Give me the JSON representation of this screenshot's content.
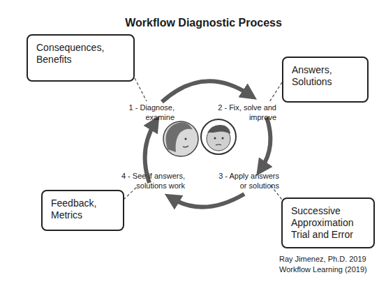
{
  "diagram": {
    "title": "Workflow Diagnostic Process",
    "nodes": [
      {
        "text": [
          "Consequences, Benefits"
        ]
      },
      {
        "text": [
          "Answers, Solutions"
        ]
      },
      {
        "text": [
          "Feedback, Metrics"
        ]
      },
      {
        "text": [
          "Successive Approximation Trial and Error"
        ]
      }
    ],
    "labels": [
      "1 - Diagnose, examine",
      "2 - Fix, solve and improve",
      "3 - Apply answers or solutions",
      "4 - See if answers, solutions work",
      "Ray Jimenez, Ph.D. 2019",
      "Workflow Learning (2019)"
    ]
  }
}
